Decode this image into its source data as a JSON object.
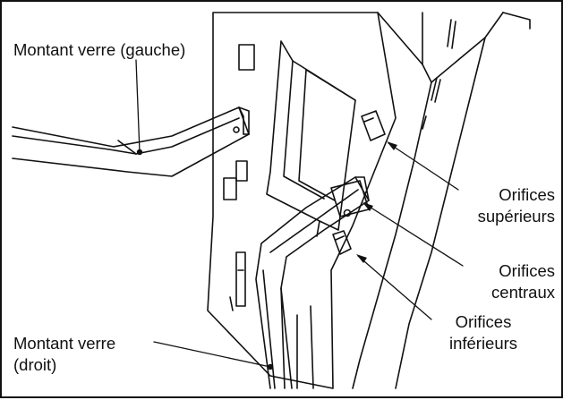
{
  "labels": {
    "left_upright_top": "Montant verre (gauche)",
    "left_upright_bottom_line1": "Montant verre",
    "left_upright_bottom_line2": "(droit)",
    "upper_holes_line1": "Orifices",
    "upper_holes_line2": "supérieurs",
    "central_holes_line1": "Orifices",
    "central_holes_line2": "centraux",
    "lower_holes_line1": "Orifices",
    "lower_holes_line2": "inférieurs"
  },
  "colors": {
    "ink": "#111111",
    "background": "#ffffff"
  }
}
